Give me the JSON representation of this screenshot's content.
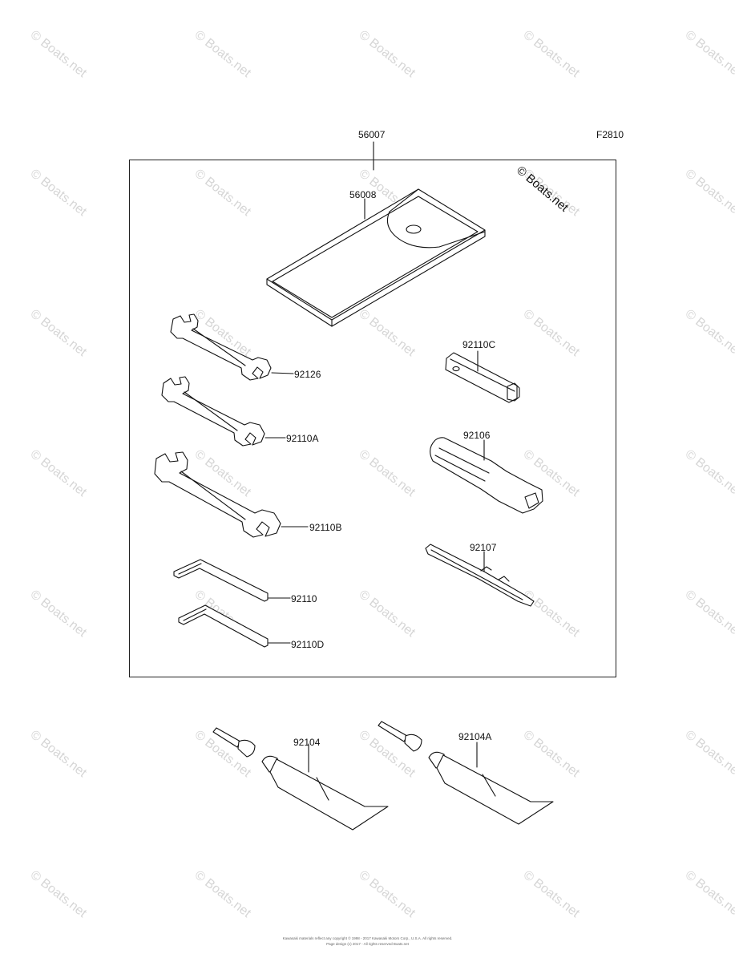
{
  "figure_code": "F2810",
  "assembly_part": "56007",
  "stamp_text": "© Boats.net",
  "watermark_text": "© Boats.net",
  "parts": {
    "p56008": "56008",
    "p92126": "92126",
    "p92110A": "92110A",
    "p92110B": "92110B",
    "p92110": "92110",
    "p92110D": "92110D",
    "p92110C": "92110C",
    "p92106": "92106",
    "p92107": "92107",
    "p92104": "92104",
    "p92104A": "92104A"
  },
  "footer": {
    "line1": "Kawasaki materials reflect any copyright © 1998 - 2017 Kawasaki Motors Corp., U.S.A. All rights reserved.",
    "line2": "Page design (c) 2017 - All rights reserved Boats.net"
  }
}
